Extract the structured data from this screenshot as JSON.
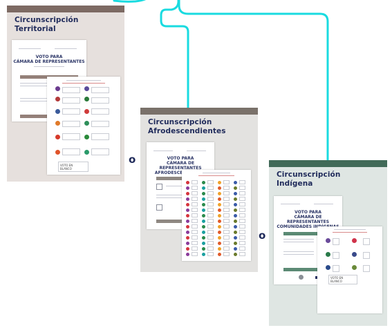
{
  "cards": {
    "territorial": {
      "title_line1": "Circunscripción",
      "title_line2": "Territorial",
      "ballot_title_line1": "VOTO PARA",
      "ballot_title_line2": "CÁMARA DE REPRESENTANTES",
      "blank_vote_line1": "VOTO EN",
      "blank_vote_line2": "BLANCO",
      "colors": {
        "bar": "#7d6a63",
        "bg": "#e6e0dd"
      }
    },
    "afro": {
      "title_line1": "Circunscripción",
      "title_line2": "Afrodescendientes",
      "ballot_title_line1": "VOTO PARA",
      "ballot_title_line2": "CÁMARA DE REPRESENTANTES",
      "ballot_title_line3": "AFRODESCENDIENTES",
      "colors": {
        "bar": "#7a716a",
        "bg": "#e3e2e0"
      }
    },
    "indigena": {
      "title_line1": "Circunscripción",
      "title_line2": "Indígena",
      "ballot_title_line1": "VOTO PARA",
      "ballot_title_line2": "CÁMARA DE REPRESENTANTES",
      "ballot_title_line3": "COMUNIDADES INDÍGENAS",
      "blank_vote_line1": "VOTO EN",
      "blank_vote_line2": "BLANCO",
      "colors": {
        "bar": "#416a58",
        "bg": "#dfe6e3"
      }
    }
  },
  "separators": [
    "o",
    "o"
  ],
  "colors": {
    "connector": "#19dbe0",
    "title_text": "#1f2a5a"
  }
}
